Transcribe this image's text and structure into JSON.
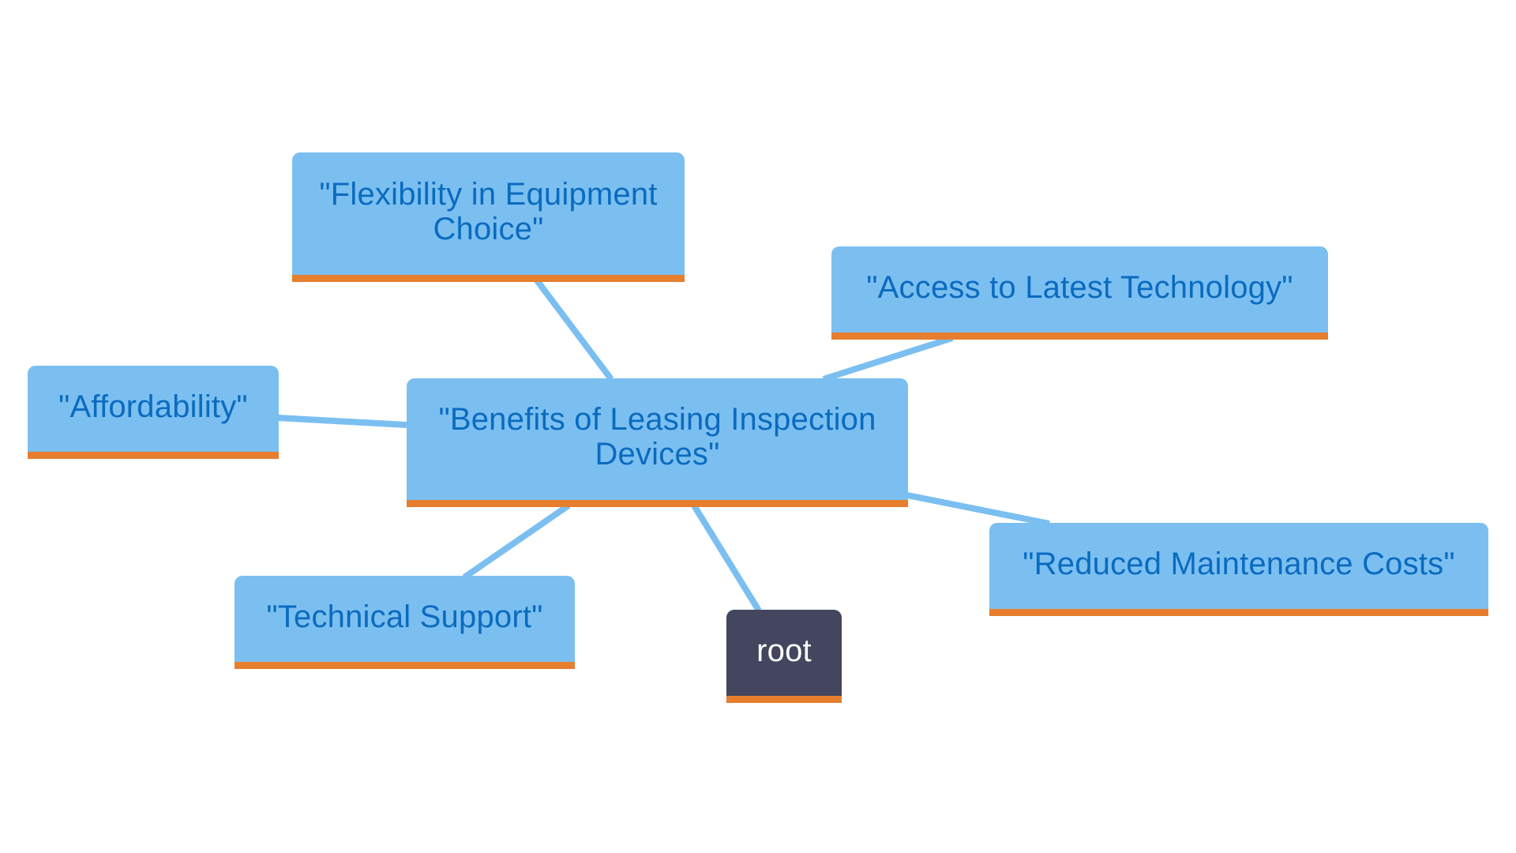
{
  "diagram": {
    "type": "mindmap",
    "colors": {
      "node_fill": "#7bbff1",
      "node_text": "#0a6bbf",
      "node_accent": "#e67e2e",
      "root_fill": "#43465e",
      "root_text": "#ffffff",
      "edge": "#7bbff1"
    },
    "root": {
      "id": "root",
      "label": "root"
    },
    "center": {
      "id": "benefits",
      "label": "\"Benefits of Leasing Inspection Devices\""
    },
    "branches": [
      {
        "id": "flexibility",
        "label": "\"Flexibility in Equipment Choice\""
      },
      {
        "id": "access",
        "label": "\"Access to Latest Technology\""
      },
      {
        "id": "affordability",
        "label": "\"Affordability\""
      },
      {
        "id": "reduced",
        "label": "\"Reduced Maintenance Costs\""
      },
      {
        "id": "technical",
        "label": "\"Technical Support\""
      }
    ],
    "edges": [
      [
        "benefits",
        "flexibility"
      ],
      [
        "benefits",
        "access"
      ],
      [
        "benefits",
        "affordability"
      ],
      [
        "benefits",
        "reduced"
      ],
      [
        "benefits",
        "technical"
      ],
      [
        "benefits",
        "root"
      ]
    ]
  }
}
